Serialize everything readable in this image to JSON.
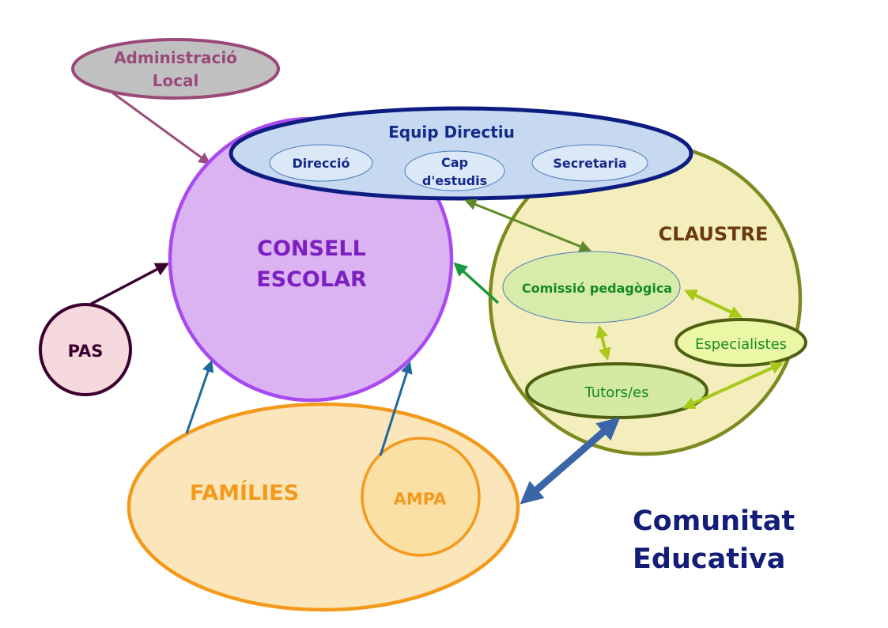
{
  "diagram": {
    "admin_local": {
      "line1": "Administració",
      "line2": "Local"
    },
    "equip_directiu": {
      "title": "Equip Directiu",
      "direccio": "Direcció",
      "cap_line1": "Cap",
      "cap_line2": "d'estudis",
      "secretaria": "Secretaria"
    },
    "consell_escolar": {
      "line1": "CONSELL",
      "line2": "ESCOLAR"
    },
    "claustre": {
      "title": "CLAUSTRE",
      "comissio": "Comissió pedagògica",
      "especialistes": "Especialistes",
      "tutors": "Tutors/es"
    },
    "pas": "PAS",
    "families": "FAMÍLIES",
    "ampa": "AMPA",
    "comunitat": {
      "line1": "Comunitat",
      "line2": "Educativa"
    }
  },
  "colors": {
    "consell_fill": "#dcb3f2",
    "consell_stroke": "#a84af0",
    "consell_text": "#7b1fc0",
    "claustre_fill": "#f3eebb",
    "claustre_stroke": "#7d8a1f",
    "claustre_text": "#6b3a0c",
    "equip_fill": "#c6d9f1",
    "equip_stroke": "#0c1c80",
    "equip_text": "#142a88",
    "admin_fill": "#c0c0c0",
    "admin_stroke": "#9a4a78",
    "pas_fill": "#f6d9dc",
    "pas_stroke": "#3b0030",
    "families_fill": "#fbe6bb",
    "families_stroke": "#f39a1c",
    "comissio_fill": "#d7ecab",
    "especialistes_fill": "#ecf7a6",
    "green_text": "#128a1e",
    "comunitat_text": "#141e78"
  }
}
